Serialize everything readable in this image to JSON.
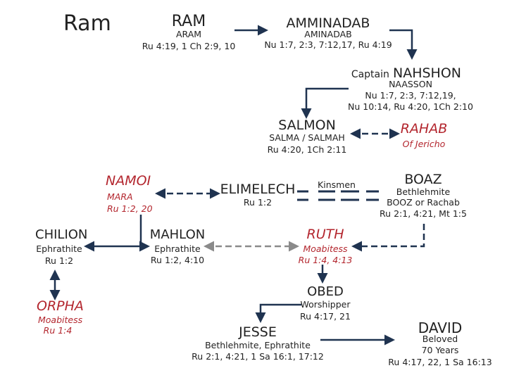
{
  "title": "Ram",
  "ram": {
    "name": "RAM",
    "alt": "ARAM",
    "ref": "Ru 4:19, 1 Ch 2:9, 10"
  },
  "amminadab": {
    "name": "AMMINADAB",
    "alt": "AMINADAB",
    "ref": "Nu 1:7, 2:3, 7:12,17, Ru 4:19"
  },
  "nahshon": {
    "prefix": "Captain",
    "name": "NAHSHON",
    "alt": "NAASSON",
    "ref1": "Nu 1:7, 2:3, 7:12,19,",
    "ref2": "Nu 10:14, Ru 4:20, 1Ch 2:10"
  },
  "salmon": {
    "name": "SALMON",
    "alt": "SALMA / SALMAH",
    "ref": "Ru 4:20, 1Ch 2:11"
  },
  "rahab": {
    "name": "RAHAB",
    "note": "Of Jericho"
  },
  "naomi": {
    "name": "NAMOI",
    "alt": "MARA",
    "ref": "Ru 1:2, 20"
  },
  "elimelech": {
    "name": "ELIMELECH",
    "ref": "Ru 1:2"
  },
  "kinsmen": "Kinsmen",
  "boaz": {
    "name": "BOAZ",
    "line1": "Bethlehmite",
    "line2": "BOOZ or Rachab",
    "ref": "Ru 2:1, 4:21, Mt 1:5"
  },
  "chilion": {
    "name": "CHILION",
    "line1": "Ephrathite",
    "ref": "Ru 1:2"
  },
  "mahlon": {
    "name": "MAHLON",
    "line1": "Ephrathite",
    "ref": "Ru 1:2, 4:10"
  },
  "ruth": {
    "name": "RUTH",
    "line1": "Moabitess",
    "ref": "Ru 1:4, 4:13"
  },
  "orpha": {
    "name": "ORPHA",
    "line1": "Moabitess",
    "ref": "Ru 1:4"
  },
  "obed": {
    "name": "OBED",
    "line1": "Worshipper",
    "ref": "Ru 4:17, 21"
  },
  "jesse": {
    "name": "JESSE",
    "line1": "Bethlehmite, Ephrathite",
    "ref": "Ru 2:1, 4:21, 1 Sa 16:1, 17:12"
  },
  "david": {
    "name": "DAVID",
    "line1": "Beloved",
    "line2": "70 Years",
    "ref": "Ru 4:17, 22, 1 Sa 16:13"
  },
  "colors": {
    "line": "#1f3350",
    "accent": "#b3262e",
    "gray": "#8a8a8a"
  }
}
